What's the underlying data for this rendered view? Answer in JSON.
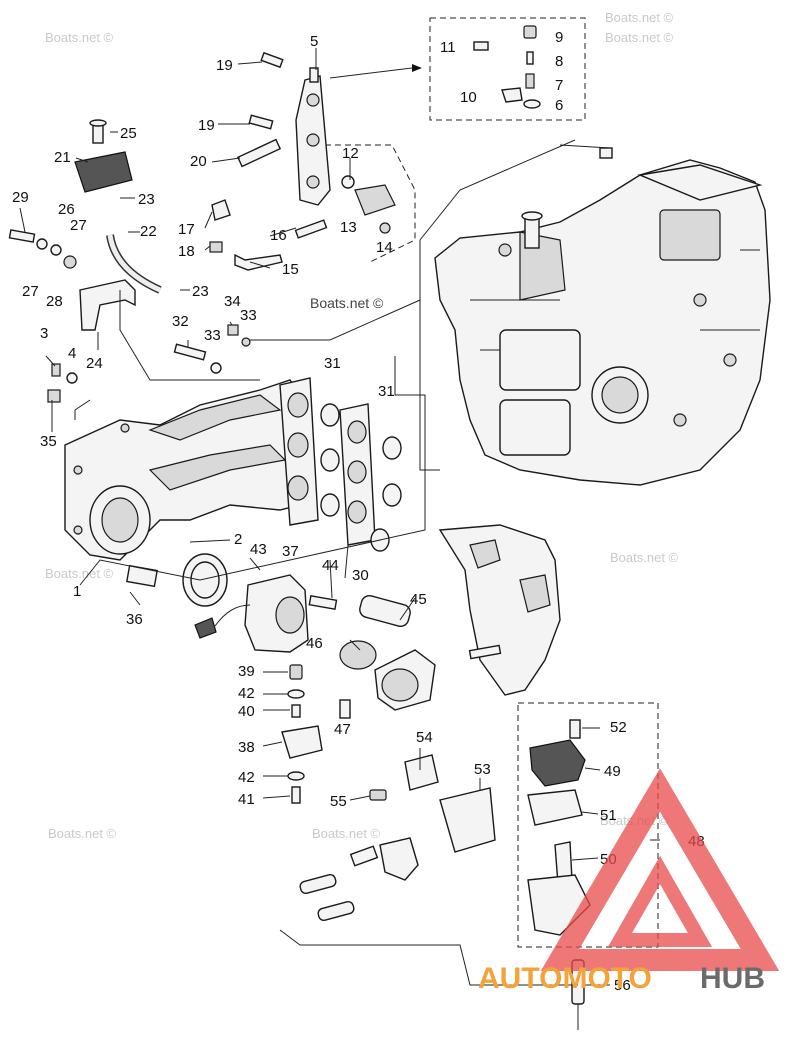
{
  "watermark": "Boats.net ©",
  "brand": {
    "part1": "AUTOMOTO",
    "part2": "HUB",
    "color_orange": "#f4a23a",
    "color_gray": "#6b6b6b",
    "color_red": "#e84b4b"
  },
  "callouts": [
    "1",
    "2",
    "3",
    "4",
    "5",
    "6",
    "7",
    "8",
    "9",
    "10",
    "11",
    "12",
    "13",
    "14",
    "15",
    "16",
    "17",
    "18",
    "19",
    "19",
    "20",
    "21",
    "22",
    "23",
    "23",
    "24",
    "25",
    "26",
    "27",
    "27",
    "28",
    "29",
    "30",
    "31",
    "31",
    "32",
    "33",
    "33",
    "34",
    "35",
    "36",
    "37",
    "38",
    "39",
    "40",
    "41",
    "42",
    "42",
    "43",
    "44",
    "45",
    "46",
    "47",
    "48",
    "49",
    "50",
    "51",
    "52",
    "53",
    "54",
    "55",
    "56"
  ]
}
